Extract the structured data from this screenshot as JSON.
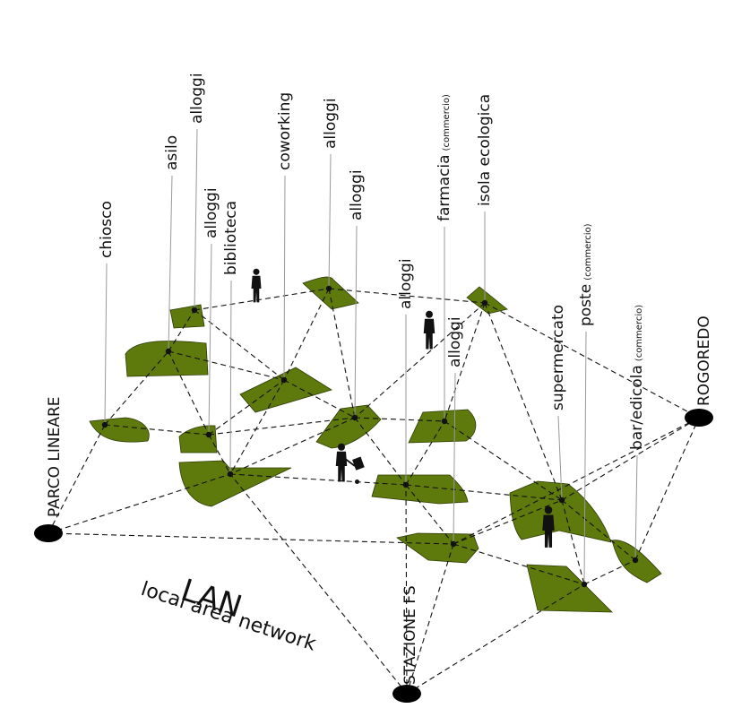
{
  "title": {
    "main": "LAN",
    "sub": "local area network"
  },
  "hubs": [
    {
      "id": "parco",
      "label": "PARCO LINEARE"
    },
    {
      "id": "stazione",
      "label": "STAZIONE FS"
    },
    {
      "id": "rogoredo",
      "label": "ROGOREDO"
    }
  ],
  "places": [
    {
      "id": "chiosco",
      "label": "chiosco",
      "note": ""
    },
    {
      "id": "asilo",
      "label": "asilo",
      "note": ""
    },
    {
      "id": "alloggi1",
      "label": "alloggi",
      "note": ""
    },
    {
      "id": "alloggi2",
      "label": "alloggi",
      "note": ""
    },
    {
      "id": "biblioteca",
      "label": "biblioteca",
      "note": ""
    },
    {
      "id": "coworking",
      "label": "coworking",
      "note": ""
    },
    {
      "id": "alloggi3",
      "label": "alloggi",
      "note": ""
    },
    {
      "id": "alloggi4",
      "label": "alloggi",
      "note": ""
    },
    {
      "id": "alloggi5",
      "label": "alloggi",
      "note": ""
    },
    {
      "id": "farmacia",
      "label": "farmacia",
      "note": "(commercio)"
    },
    {
      "id": "isola",
      "label": "isola ecologica",
      "note": ""
    },
    {
      "id": "alloggi6",
      "label": "alloggi",
      "note": ""
    },
    {
      "id": "supermercato",
      "label": "supermercato",
      "note": ""
    },
    {
      "id": "poste",
      "label": "poste",
      "note": "(commercio)"
    },
    {
      "id": "bar",
      "label": "bar/edicola",
      "note": "(commercio)"
    }
  ],
  "colors": {
    "patch": "#5f7a0c",
    "line": "#111111",
    "leader": "#999999"
  },
  "icons": [
    "walking-person-icon",
    "standing-person-icon",
    "person-with-trolley-icon",
    "walking-person-icon"
  ]
}
